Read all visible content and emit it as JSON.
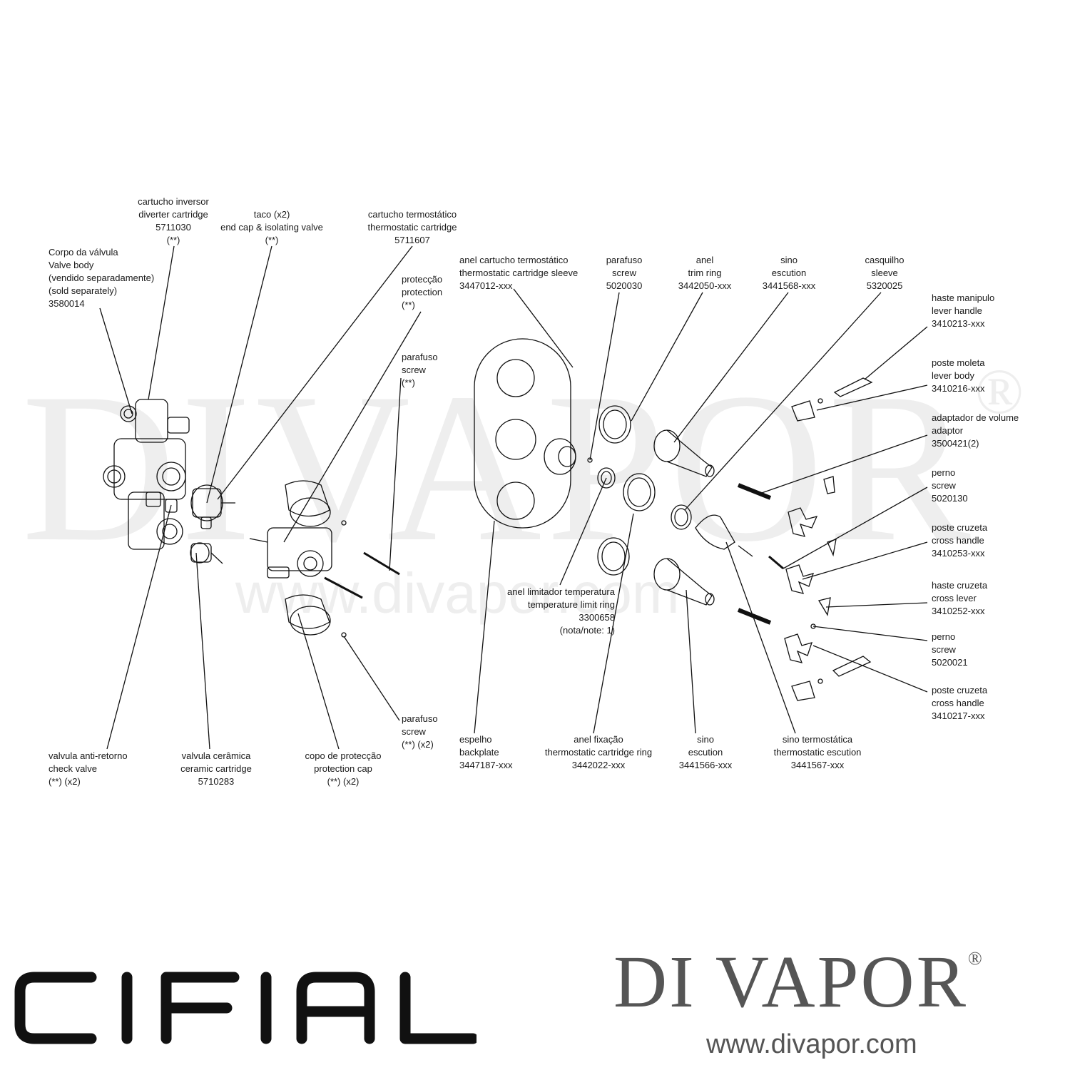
{
  "watermark": {
    "text": "DIVAPOR",
    "registered": "®",
    "url": "www.divapor.com"
  },
  "labels": {
    "valve_body": [
      "Corpo da válvula",
      "Valve body",
      "(vendido separadamente)",
      "(sold separately)",
      "3580014"
    ],
    "diverter_cartridge": [
      "cartucho inversor",
      "diverter cartridge",
      "5711030",
      "(**)"
    ],
    "end_cap": [
      "taco (x2)",
      "end cap & isolating valve",
      "(**)"
    ],
    "thermostatic_cartridge": [
      "cartucho termostático",
      "thermostatic cartridge",
      "5711607"
    ],
    "protection": [
      "protecção",
      "protection",
      "(**)"
    ],
    "screw_top": [
      "parafuso",
      "screw",
      "(**)"
    ],
    "sleeve_termo": [
      "anel cartucho termostático",
      "thermostatic cartridge sleeve",
      "3447012-xxx"
    ],
    "screw_5020030": [
      "parafuso",
      "screw",
      "5020030"
    ],
    "trim_ring": [
      "anel",
      "trim ring",
      "3442050-xxx"
    ],
    "escution_top": [
      "sino",
      "escution",
      "3441568-xxx"
    ],
    "sleeve_casquilho": [
      "casquilho",
      "sleeve",
      "5320025"
    ],
    "lever_handle": [
      "haste manipulo",
      "lever handle",
      "3410213-xxx"
    ],
    "lever_body": [
      "poste moleta",
      "lever body",
      "3410216-xxx"
    ],
    "adaptor": [
      "adaptador de volume",
      "adaptor",
      "3500421(2)"
    ],
    "perno_5020130": [
      "perno",
      "screw",
      "5020130"
    ],
    "cross_handle_253": [
      "poste cruzeta",
      "cross handle",
      "3410253-xxx"
    ],
    "cross_lever": [
      "haste cruzeta",
      "cross lever",
      "3410252-xxx"
    ],
    "perno_5020021": [
      "perno",
      "screw",
      "5020021"
    ],
    "cross_handle_217": [
      "poste cruzeta",
      "cross handle",
      "3410217-xxx"
    ],
    "temp_limit_ring": [
      "anel limitador temperatura",
      "temperature limit ring",
      "3300658",
      "(nota/note: 1)"
    ],
    "check_valve": [
      "valvula anti-retorno",
      "check valve",
      "(**) (x2)"
    ],
    "ceramic_cartridge": [
      "valvula cerâmica",
      "ceramic cartridge",
      "5710283"
    ],
    "protection_cap": [
      "copo de protecção",
      "protection cap",
      "(**) (x2)"
    ],
    "screw_bottom": [
      "parafuso",
      "screw",
      "(**) (x2)"
    ],
    "backplate": [
      "espelho",
      "backplate",
      "3447187-xxx"
    ],
    "cartridge_ring": [
      "anel fixação",
      "thermostatic cartridge ring",
      "3442022-xxx"
    ],
    "escution_bottom": [
      "sino",
      "escution",
      "3441566-xxx"
    ],
    "thermo_escution": [
      "sino termostática",
      "thermostatic escution",
      "3441567-xxx"
    ]
  },
  "brands": {
    "cifial": "CIFIAL",
    "divapor": "DI VAPOR",
    "divapor_reg": "®",
    "divapor_url": "www.divapor.com"
  }
}
